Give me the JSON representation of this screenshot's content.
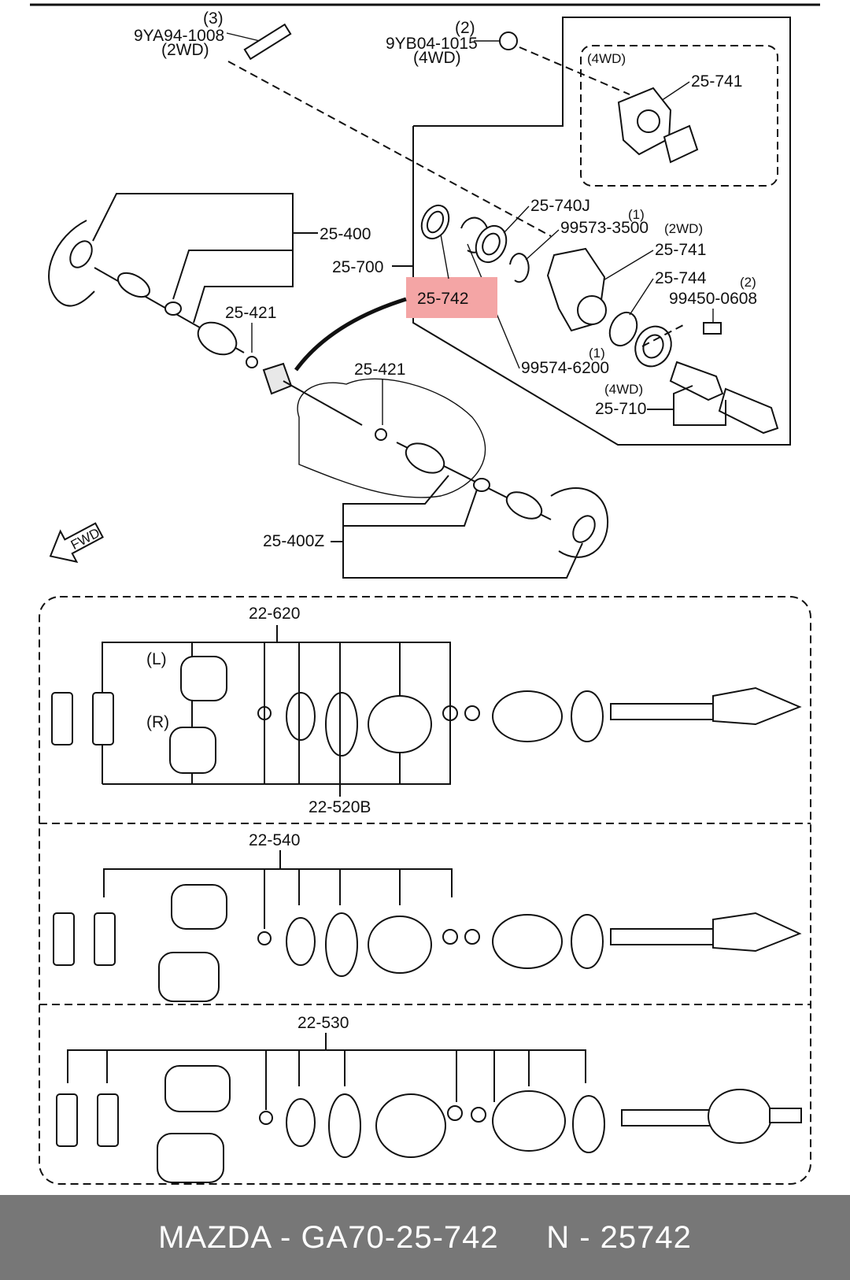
{
  "labels": {
    "p9ya94_qty": "(3)",
    "p9ya94": "9YA94-1008",
    "p9ya94_note": "(2WD)",
    "p9yb04_qty": "(2)",
    "p9yb04": "9YB04-1015",
    "p9yb04_note": "(4WD)",
    "box_4wd": "(4WD)",
    "p25741_top": "25-741",
    "p25740j": "25-740J",
    "p99573_qty": "(1)",
    "p99573": "99573-3500",
    "p2wd_note": "(2WD)",
    "p25741_mid": "25-741",
    "p25744": "25-744",
    "p99450_qty": "(2)",
    "p99450": "99450-0608",
    "p25400": "25-400",
    "p25700": "25-700",
    "p25742": "25-742",
    "p25421_a": "25-421",
    "p25421_b": "25-421",
    "p99574_qty": "(1)",
    "p99574": "99574-6200",
    "p4wd_note": "(4WD)",
    "p25710": "25-710",
    "p25400z": "25-400Z",
    "fwd": "FWD",
    "p22620": "22-620",
    "left_mark": "(L)",
    "right_mark": "(R)",
    "p22520b": "22-520B",
    "p22540": "22-540",
    "p22530": "22-530"
  },
  "highlight_color": "#f4a5a5",
  "footer": {
    "text": "MAZDA - GA70-25-742     N - 25742"
  }
}
